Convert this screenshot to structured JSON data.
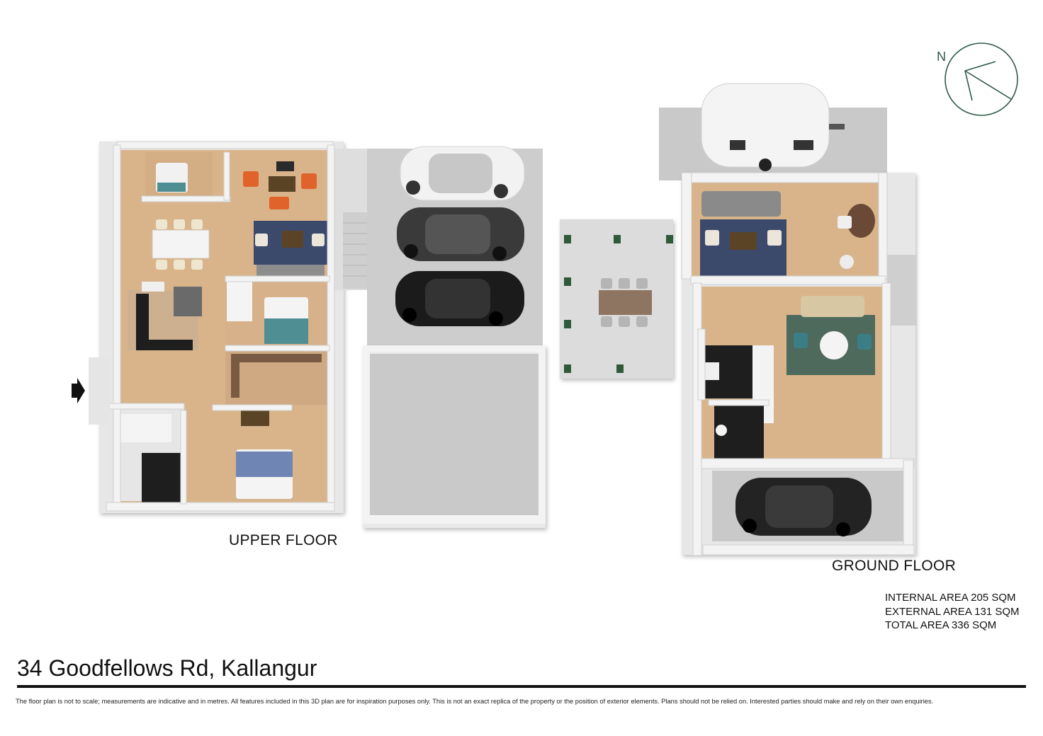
{
  "labels": {
    "upper_floor": "UPPER FLOOR",
    "ground_floor": "GROUND FLOOR",
    "compass_north": "N"
  },
  "areas": {
    "internal": "INTERNAL AREA 205 SQM",
    "external": "EXTERNAL AREA 131 SQM",
    "total": "TOTAL AREA 336 SQM"
  },
  "address": "34 Goodfellows Rd, Kallangur",
  "disclaimer": "The floor plan is not to scale; measurements are indicative and in metres. All features included in this 3D plan are for inspiration purposes only. This is not an exact replica of the property or the position of exterior elements. Plans should not be relied on. Interested parties should make and rely on their own enquiries.",
  "colors": {
    "wood_floor": "#d9b48a",
    "wall": "#f3f3f3",
    "wall_shadow": "#cfcfcf",
    "concrete": "#c9c9c9",
    "patio": "#dcdcdc",
    "tile_dark": "#1e1e1e",
    "rug_navy": "#3b4a6b",
    "rug_green": "#4e6a5c",
    "compass": "#2f5a46",
    "car_white": "#f2f2f2",
    "car_black": "#1b1b1b",
    "chair_orange": "#e0632b",
    "bed_teal": "#4f8f93"
  },
  "icons": {
    "entry": "entry-arrow-icon",
    "compass": "compass-icon"
  }
}
